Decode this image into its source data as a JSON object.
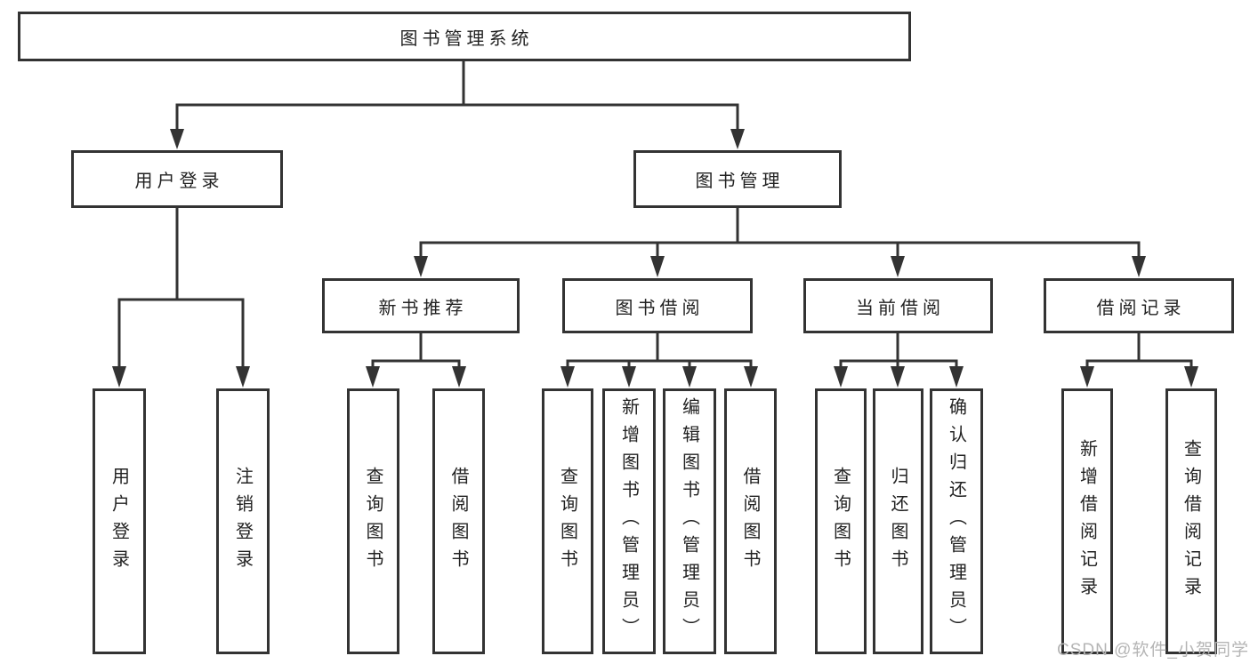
{
  "diagram": {
    "root": {
      "label": "图书管理系统"
    },
    "level1": [
      {
        "id": "user-login",
        "label": "用户登录"
      },
      {
        "id": "book-mgmt",
        "label": "图书管理"
      }
    ],
    "level2": [
      {
        "id": "new-book-rec",
        "label": "新书推荐"
      },
      {
        "id": "book-borrow",
        "label": "图书借阅"
      },
      {
        "id": "current-borrow",
        "label": "当前借阅"
      },
      {
        "id": "borrow-records",
        "label": "借阅记录"
      }
    ],
    "leaves": {
      "user_login_children": [
        {
          "label": "用户登录"
        },
        {
          "label": "注销登录"
        }
      ],
      "new_book_rec_children": [
        {
          "label": "查询图书"
        },
        {
          "label": "借阅图书"
        }
      ],
      "book_borrow_children": [
        {
          "label": "查询图书"
        },
        {
          "label": "新增图书（管理员）"
        },
        {
          "label": "编辑图书（管理员）"
        },
        {
          "label": "借阅图书"
        }
      ],
      "current_borrow_children": [
        {
          "label": "查询图书"
        },
        {
          "label": "归还图书"
        },
        {
          "label": "确认归还（管理员）"
        }
      ],
      "borrow_records_children": [
        {
          "label": "新增借阅记录"
        },
        {
          "label": "查询借阅记录"
        }
      ]
    }
  },
  "watermark": {
    "text": "CSDN @软件_小贺同学"
  },
  "colors": {
    "line": "#333333",
    "box_fill": "#ffffff",
    "text": "#222222",
    "watermark": "#b5b5b5"
  }
}
